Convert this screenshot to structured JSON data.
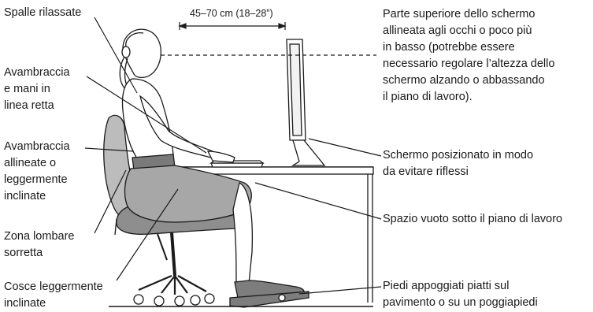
{
  "dimension": "45–70 cm (18–28”)",
  "left_labels": {
    "shoulders": "Spalle rilassate",
    "forearms_straight": "Avambraccia\ne mani in\nlinea retta",
    "forearms_level": "Avambraccia\nallineate o\nleggermente\ninclinate",
    "lumbar": "Zona lombare\nsorretta",
    "thighs": "Cosce leggermente\ninclinate"
  },
  "right_labels": {
    "screen_top": "Parte superiore dello schermo\nallineata agli occhi o poco più\nin basso (potrebbe essere\nnecessario regolare l’altezza dello\nschermo alzando o abbassando\nil piano di lavoro).",
    "screen_glare": "Schermo posizionato in modo\nda evitare riflessi",
    "clearance": "Spazio vuoto sotto il piano di lavoro",
    "feet": "Piedi appoggiati piatti sul\npavimento o su un poggiapiedi"
  },
  "colors": {
    "ink": "#1a1a1a",
    "skirt": "#a7a7a7",
    "chair": "#bcbcbc",
    "cushion": "#8e8e8e",
    "footrest": "#7d7d7d"
  }
}
